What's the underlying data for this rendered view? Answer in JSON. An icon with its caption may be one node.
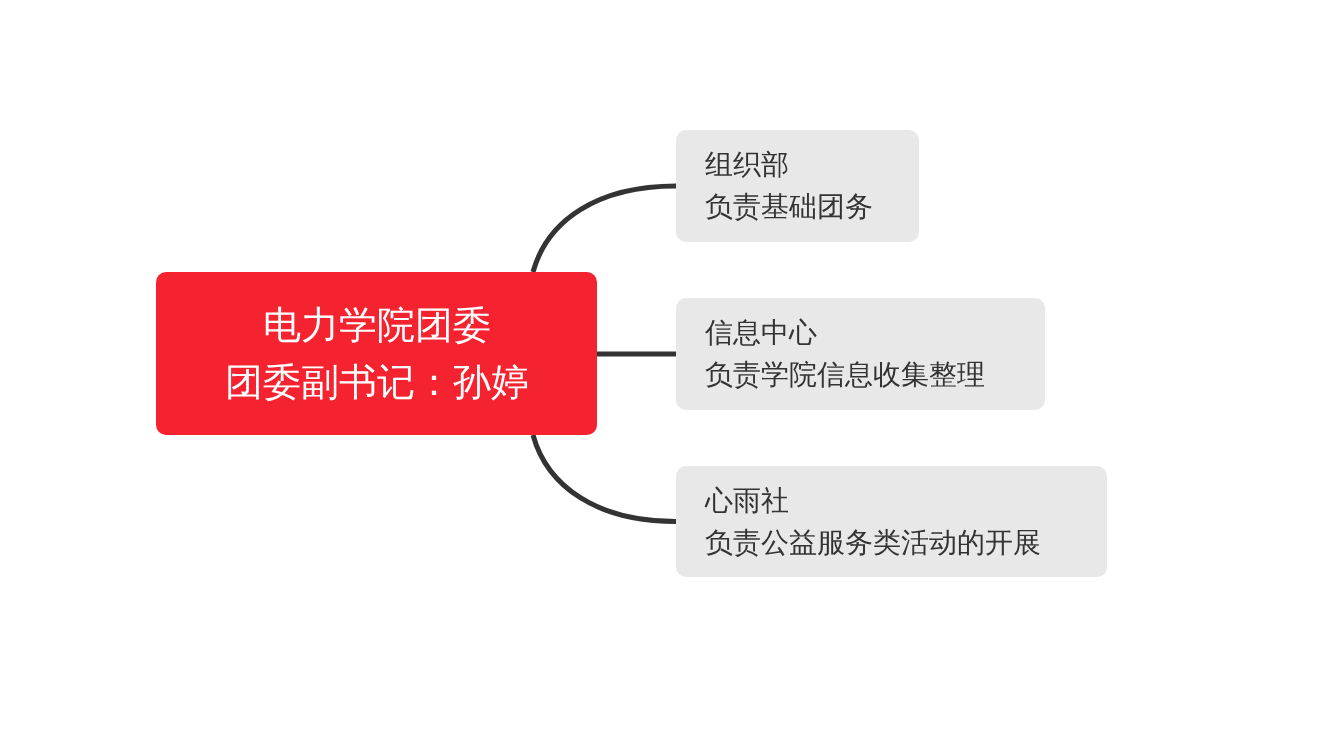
{
  "diagram": {
    "nodes": [
      {
        "text": [
          "电力学院团委",
          "团委副书记：孙婷"
        ]
      },
      {
        "text": [
          "组织部",
          "负责基础团务"
        ]
      },
      {
        "text": [
          "信息中心",
          "负责学院信息收集整理"
        ]
      },
      {
        "text": [
          "心雨社",
          "负责公益服务类活动的开展"
        ]
      }
    ],
    "edges": [
      {
        "from": 0,
        "to": 1,
        "arrow": "none"
      },
      {
        "from": 0,
        "to": 2,
        "arrow": "none"
      },
      {
        "from": 0,
        "to": 3,
        "arrow": "none"
      }
    ]
  }
}
